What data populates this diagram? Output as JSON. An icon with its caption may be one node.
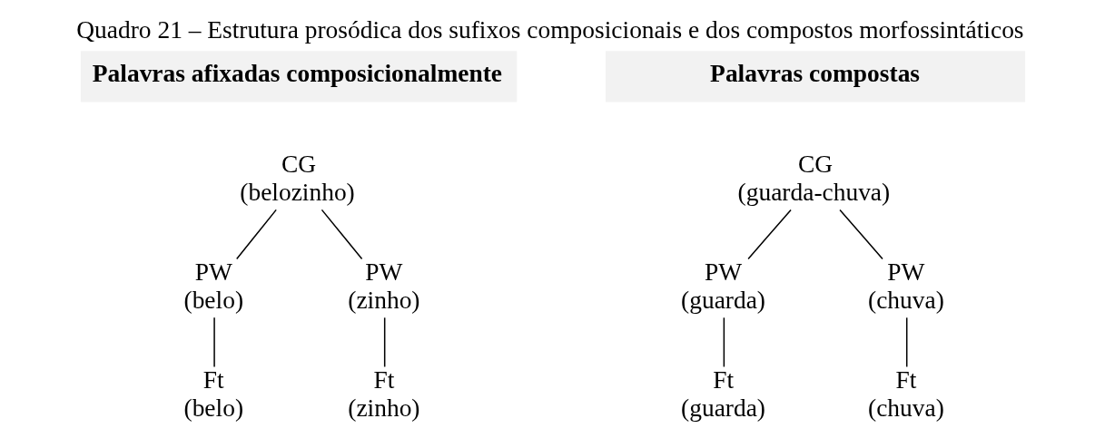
{
  "diagram": {
    "title": "Quadro 21 – Estrutura prosódica dos sufixos composicionais e dos compostos morfossintáticos",
    "nodes": [
      {
        "text": [
          "Palavras afixadas composicionalmente"
        ]
      },
      {
        "text": [
          "CG",
          "(belozinho)"
        ]
      },
      {
        "text": [
          "PW",
          "(belo)"
        ]
      },
      {
        "text": [
          "PW",
          "(zinho)"
        ]
      },
      {
        "text": [
          "Ft",
          "(belo)"
        ]
      },
      {
        "text": [
          "Ft",
          "(zinho)"
        ]
      },
      {
        "text": [
          "Palavras compostas"
        ]
      },
      {
        "text": [
          "CG",
          "(guarda-chuva)"
        ]
      },
      {
        "text": [
          "PW",
          "(guarda)"
        ]
      },
      {
        "text": [
          "PW",
          "(chuva)"
        ]
      },
      {
        "text": [
          "Ft",
          "(guarda)"
        ]
      },
      {
        "text": [
          "Ft",
          "(chuva)"
        ]
      }
    ],
    "edges": [
      {
        "from": 1,
        "to": 2,
        "arrow": "none"
      },
      {
        "from": 1,
        "to": 3,
        "arrow": "none"
      },
      {
        "from": 2,
        "to": 4,
        "arrow": "none"
      },
      {
        "from": 3,
        "to": 5,
        "arrow": "none"
      },
      {
        "from": 7,
        "to": 8,
        "arrow": "none"
      },
      {
        "from": 7,
        "to": 9,
        "arrow": "none"
      },
      {
        "from": 8,
        "to": 10,
        "arrow": "none"
      },
      {
        "from": 9,
        "to": 11,
        "arrow": "none"
      }
    ]
  }
}
